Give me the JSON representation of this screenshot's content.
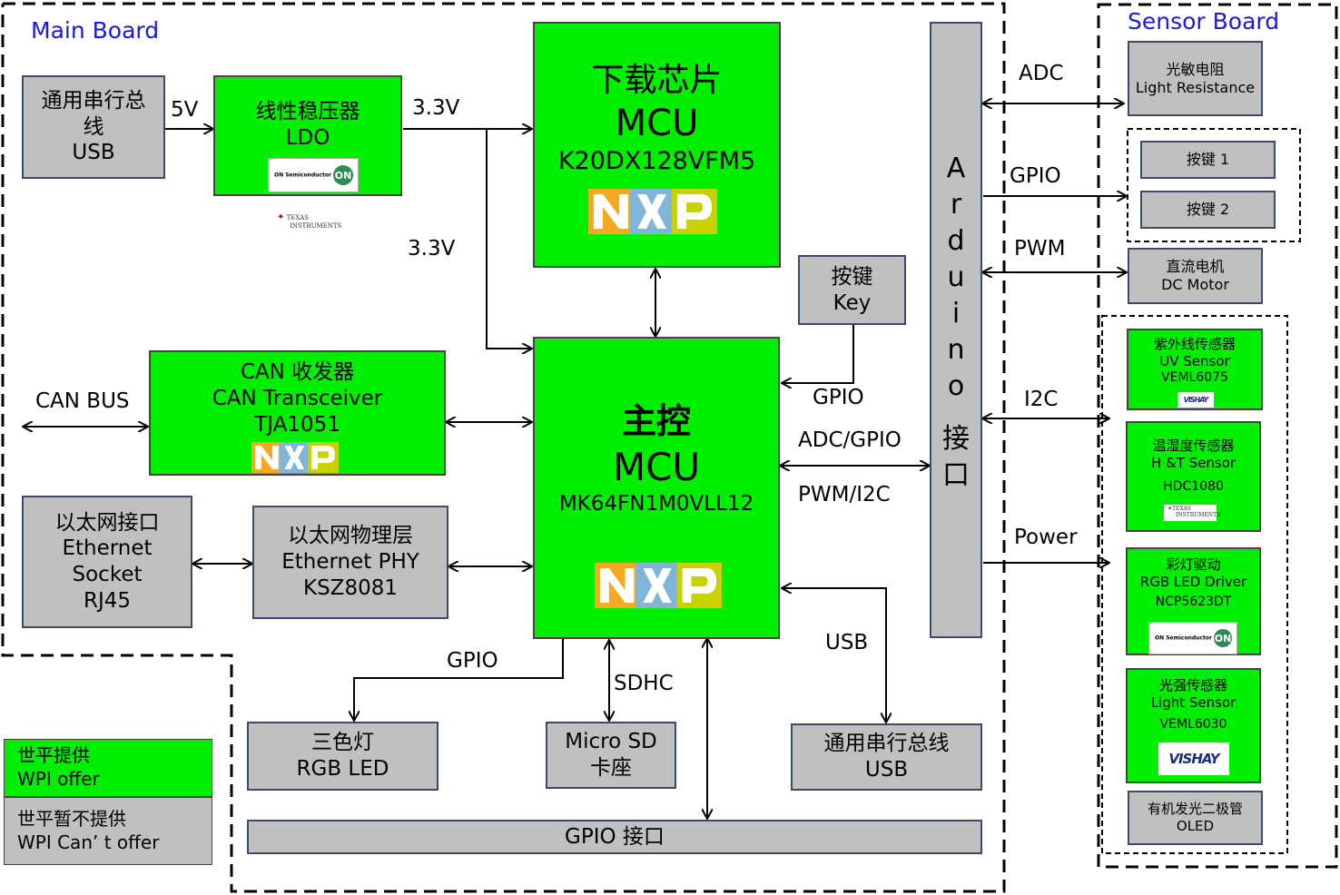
{
  "main_board": {
    "title": "Main Board"
  },
  "sensor_board": {
    "title": "Sensor Board"
  },
  "blocks": {
    "usb_power": [
      "通用串行总",
      "线",
      "USB"
    ],
    "ldo": [
      "线性稳压器",
      "LDO"
    ],
    "download_mcu": [
      "下载芯片",
      "MCU",
      "K20DX128VFM5"
    ],
    "key": [
      "按键",
      "Key"
    ],
    "can": [
      "CAN 收发器",
      "CAN Transceiver",
      "TJA1051"
    ],
    "main_mcu": [
      "主控",
      "MCU",
      "MK64FN1M0VLL12"
    ],
    "eth_socket": [
      "以太网接口",
      "Ethernet",
      "Socket",
      "RJ45"
    ],
    "eth_phy": [
      "以太网物理层",
      "Ethernet PHY",
      "KSZ8081"
    ],
    "rgb_led": [
      "三色灯",
      "RGB LED"
    ],
    "micro_sd": [
      "Micro SD",
      "卡座"
    ],
    "usb_bottom": [
      "通用串行总线",
      "USB"
    ],
    "gpio_port": "GPIO 接口",
    "arduino": [
      "A",
      "r",
      "d",
      "u",
      "i",
      "n",
      "o",
      "接",
      "口"
    ]
  },
  "sensor_blocks": {
    "light_resistance": [
      "光敏电阻",
      "Light Resistance"
    ],
    "key1": "按键 1",
    "key2": "按键 2",
    "dc_motor": [
      "直流电机",
      "DC Motor"
    ],
    "uv_sensor": [
      "紫外线传感器",
      "UV Sensor",
      "VEML6075"
    ],
    "ht_sensor": [
      "温湿度传感器",
      "H &T Sensor",
      "HDC1080"
    ],
    "rgb_driver": [
      "彩灯驱动",
      "RGB LED Driver",
      "NCP5623DT"
    ],
    "light_sensor": [
      "光强传感器",
      "Light Sensor",
      "VEML6030"
    ],
    "oled": [
      "有机发光二极管",
      "OLED"
    ]
  },
  "labels": {
    "v5": "5V",
    "v33_top": "3.3V",
    "v33_mid": "3.3V",
    "can_bus": "CAN BUS",
    "gpio_key": "GPIO",
    "adc_gpio": "ADC/GPIO",
    "pwm_i2c": "PWM/I2C",
    "gpio_bottom": "GPIO",
    "sdhc": "SDHC",
    "usb_label": "USB",
    "adc": "ADC",
    "gpio_right": "GPIO",
    "pwm": "PWM",
    "i2c": "I2C",
    "power": "Power"
  },
  "logos": {
    "nxp": "NXP",
    "onsemi_text": "ON Semiconductor",
    "onsemi_mark": "ON",
    "ti": [
      "TEXAS",
      "INSTRUMENTS"
    ],
    "vishay": "VISHAY"
  },
  "legend": {
    "offer": [
      "世平提供",
      "WPI offer"
    ],
    "no_offer": [
      "世平暂不提供",
      "WPI Can’ t offer"
    ]
  },
  "colors": {
    "green": "#00ee00",
    "gray": "#c0c0c0",
    "title_blue": "#1a1adc"
  }
}
